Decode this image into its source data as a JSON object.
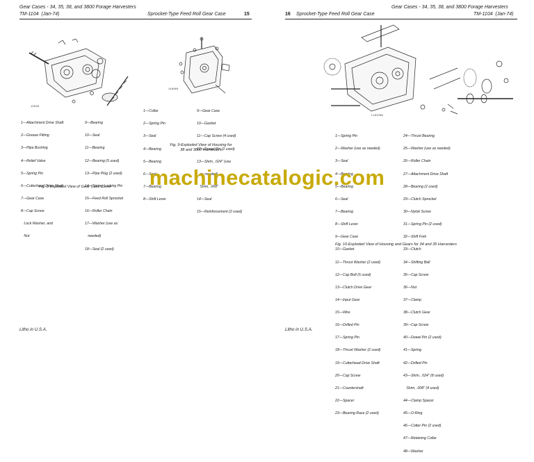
{
  "left_page": {
    "header_series": "Gear Cases - 34, 35, 38, and 3800 Forage Harvesters",
    "header_manual": "TM-1104",
    "header_date": "(Jan-74)",
    "header_section": "Sprocket-Type Feed Roll Gear Case",
    "page_number": "15",
    "fig8_part_id": "11028",
    "fig8_list_col1": [
      "1—Attachment Drive Shaft",
      "2—Grease Fitting",
      "3—Pipe Bushing",
      "4—Relief Valve",
      "5—Spring Pin",
      "6—Cutterhead Drive Shaft",
      "7—Gear Case",
      "8—Cap Screw",
      "   Lock Washer, and",
      "   Nut"
    ],
    "fig8_list_col2": [
      "9—Bearing",
      "10—Seal",
      "11—Bearing",
      "12—Bearing (5 used)",
      "13—Pipe Plug (2 used)",
      "14—Spring Locking Pin",
      "15—Feed Roll Sprocket",
      "16—Roller Chain",
      "17—Washer (use as",
      "   needed)",
      "18—Seal (2 used)"
    ],
    "fig8_caption": "Fig. 8-Exploded View of Gear Case Cover",
    "fig9_part_id": "110404",
    "fig9_list_col1": [
      "1—Collar",
      "2—Spring Pin",
      "3—Seal",
      "4—Bearing",
      "5—Bearing",
      "6—Seal",
      "7—Bearing",
      "8—Shift Lever"
    ],
    "fig9_list_col2": [
      "9—Gear Case",
      "10—Gasket",
      "11—Cap Screw (4 used)",
      "12—Dowel Pin (2 used)",
      "13—Shim, .024\" (use",
      "   as needed)",
      "   Shim, .008\"",
      "14—Seal",
      "15—Reinforcement (2 used)"
    ],
    "fig9_caption_l1": "Fig. 9-Exploded View of Housing for",
    "fig9_caption_l2": "38 and 3800 Harvesters",
    "footer": "Litho in U.S.A."
  },
  "right_page": {
    "page_number": "16",
    "header_section": "Sprocket-Type Feed Roll Gear Case",
    "header_series": "Gear Cases - 34, 35, 38, and 3800 Forage Harvesters",
    "header_manual": "TM-1104",
    "header_date": "(Jan-74)",
    "fig10_part_id": "L103769",
    "fig10_list_col1": [
      "1—Spring Pin",
      "2—Washer (use as needed)",
      "3—Seal",
      "4—Bearing",
      "5—Bearing",
      "6—Seal",
      "7—Bearing",
      "8—Shift Lever",
      "9—Gear Case",
      "10—Gasket",
      "11—Thrust Washer (2 used)",
      "12—Cap Bolt (5 used)",
      "13—Clutch Drive Gear",
      "14—Input Gear",
      "15—Wire",
      "16—Drilled Pin",
      "17—Spring Pin",
      "18—Thrust Washer (2 used)",
      "19—Cutterhead Drive Shaft",
      "20—Cap Screw",
      "21—Countershaft",
      "22—Spacer",
      "23—Bearing Race (2 used)"
    ],
    "fig10_list_col2": [
      "24—Thrust Bearing",
      "25—Washer (use as needed)",
      "26—Roller Chain",
      "27—Attachment Drive Shaft",
      "28—Bearing (2 used)",
      "29—Clutch Sprocket",
      "30—Nylok Screw",
      "31—Spring Pin (2 used)",
      "32—Shift Fork",
      "33—Clutch",
      "34—Shifting Ball",
      "35—Cap Screw",
      "36—Nut",
      "37—Clamp",
      "38—Clutch Gear",
      "39—Cap Screw",
      "40—Dowel Pin (2 used)",
      "41—Spring",
      "42—Drilled Pin",
      "43—Shim, .024\" (8 used)",
      "   Shim, .008\" (4 used)",
      "44—Clamp Spacer",
      "45—O-Ring",
      "46—Cotter Pin (2 used)",
      "47—Retaining Collar",
      "48—Washer"
    ],
    "fig10_caption": "Fig. 10-Exploded View of Housing and Gears for 34 and 35 Harvesters",
    "footer": "Litho in U.S.A."
  },
  "watermark": "machinecatalogic.com",
  "colors": {
    "ink": "#1a1a1a",
    "watermark": "#c8aa0a",
    "paper": "#ffffff"
  }
}
